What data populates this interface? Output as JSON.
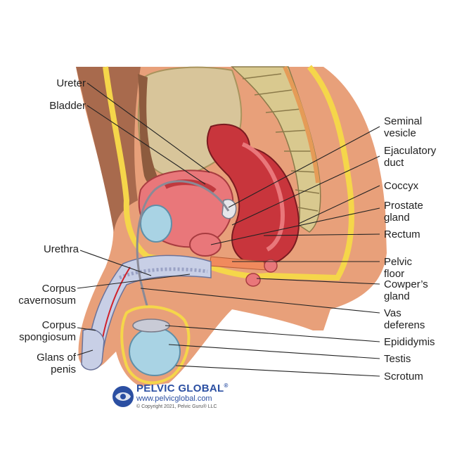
{
  "labels": {
    "ureter": "Ureter",
    "bladder": "Bladder",
    "urethra": "Urethra",
    "corpus_cavernosum": "Corpus\ncavernosum",
    "corpus_spongiosum": "Corpus\nspongiosum",
    "glans_of_penis": "Glans of\npenis",
    "seminal_vesicle": "Seminal\nvesicle",
    "ejaculatory_duct": "Ejaculatory\nduct",
    "coccyx": "Coccyx",
    "prostate_gland": "Prostate\ngland",
    "rectum": "Rectum",
    "pelvic_floor": "Pelvic\nfloor",
    "cowpers_gland": "Cowper’s\ngland",
    "vas_deferens": "Vas\ndeferens",
    "epididymis": "Epididymis",
    "testis": "Testis",
    "scrotum": "Scrotum"
  },
  "brand": {
    "name": "PELVIC GLOBAL",
    "trademark": "®",
    "url": "www.pelvicglobal.com",
    "copyright": "© Copyright 2021, Pelvic Guru® LLC"
  },
  "colors": {
    "skin": "#e8a07a",
    "skin_dark": "#cf7c59",
    "fat": "#f5d64a",
    "bladder": "#e9777a",
    "rectum": "#c8353c",
    "bone": "#d9c98f",
    "intestine": "#d8c59a",
    "testis": "#a9d3e4",
    "spongy": "#c8cfe6",
    "fascia": "#c7dff0",
    "brand_blue": "#2b4fa2"
  }
}
